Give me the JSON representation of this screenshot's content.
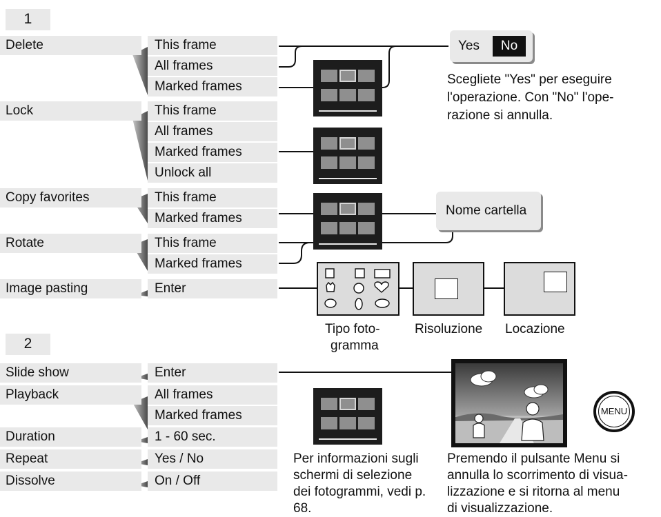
{
  "tab1": "1",
  "tab2": "2",
  "menu1": [
    "Delete",
    "Lock",
    "Copy favorites",
    "Rotate",
    "Image pasting"
  ],
  "menu2": [
    "Slide show",
    "Playback",
    "Duration",
    "Repeat",
    "Dissolve"
  ],
  "options": {
    "this_frame": "This frame",
    "all_frames": "All frames",
    "marked_frames": "Marked frames",
    "unlock_all": "Unlock all",
    "enter": "Enter",
    "duration": "1 - 60 sec.",
    "repeat": "Yes / No",
    "dissolve": "On / Off"
  },
  "confirm": {
    "yes": "Yes",
    "no": "No"
  },
  "confirm_note": [
    "Scegliete \"Yes\" per eseguire",
    "l'operazione. Con \"No\" l'ope-",
    "razione si annulla."
  ],
  "folder_name": "Nome cartella",
  "pasting_labels": {
    "frame_type": [
      "Tipo foto-",
      "gramma"
    ],
    "resolution": "Risoluzione",
    "location": "Locazione"
  },
  "frame_note": [
    "Per informazioni sugli",
    "schermi di selezione",
    "dei fotogrammi, vedi p.",
    "68."
  ],
  "menu_note": [
    "Premendo il pulsante Menu si",
    "annulla lo scorrimento di visua-",
    "lizzazione e si ritorna al menu",
    "di visualizzazione."
  ],
  "menu_button": "MENU"
}
